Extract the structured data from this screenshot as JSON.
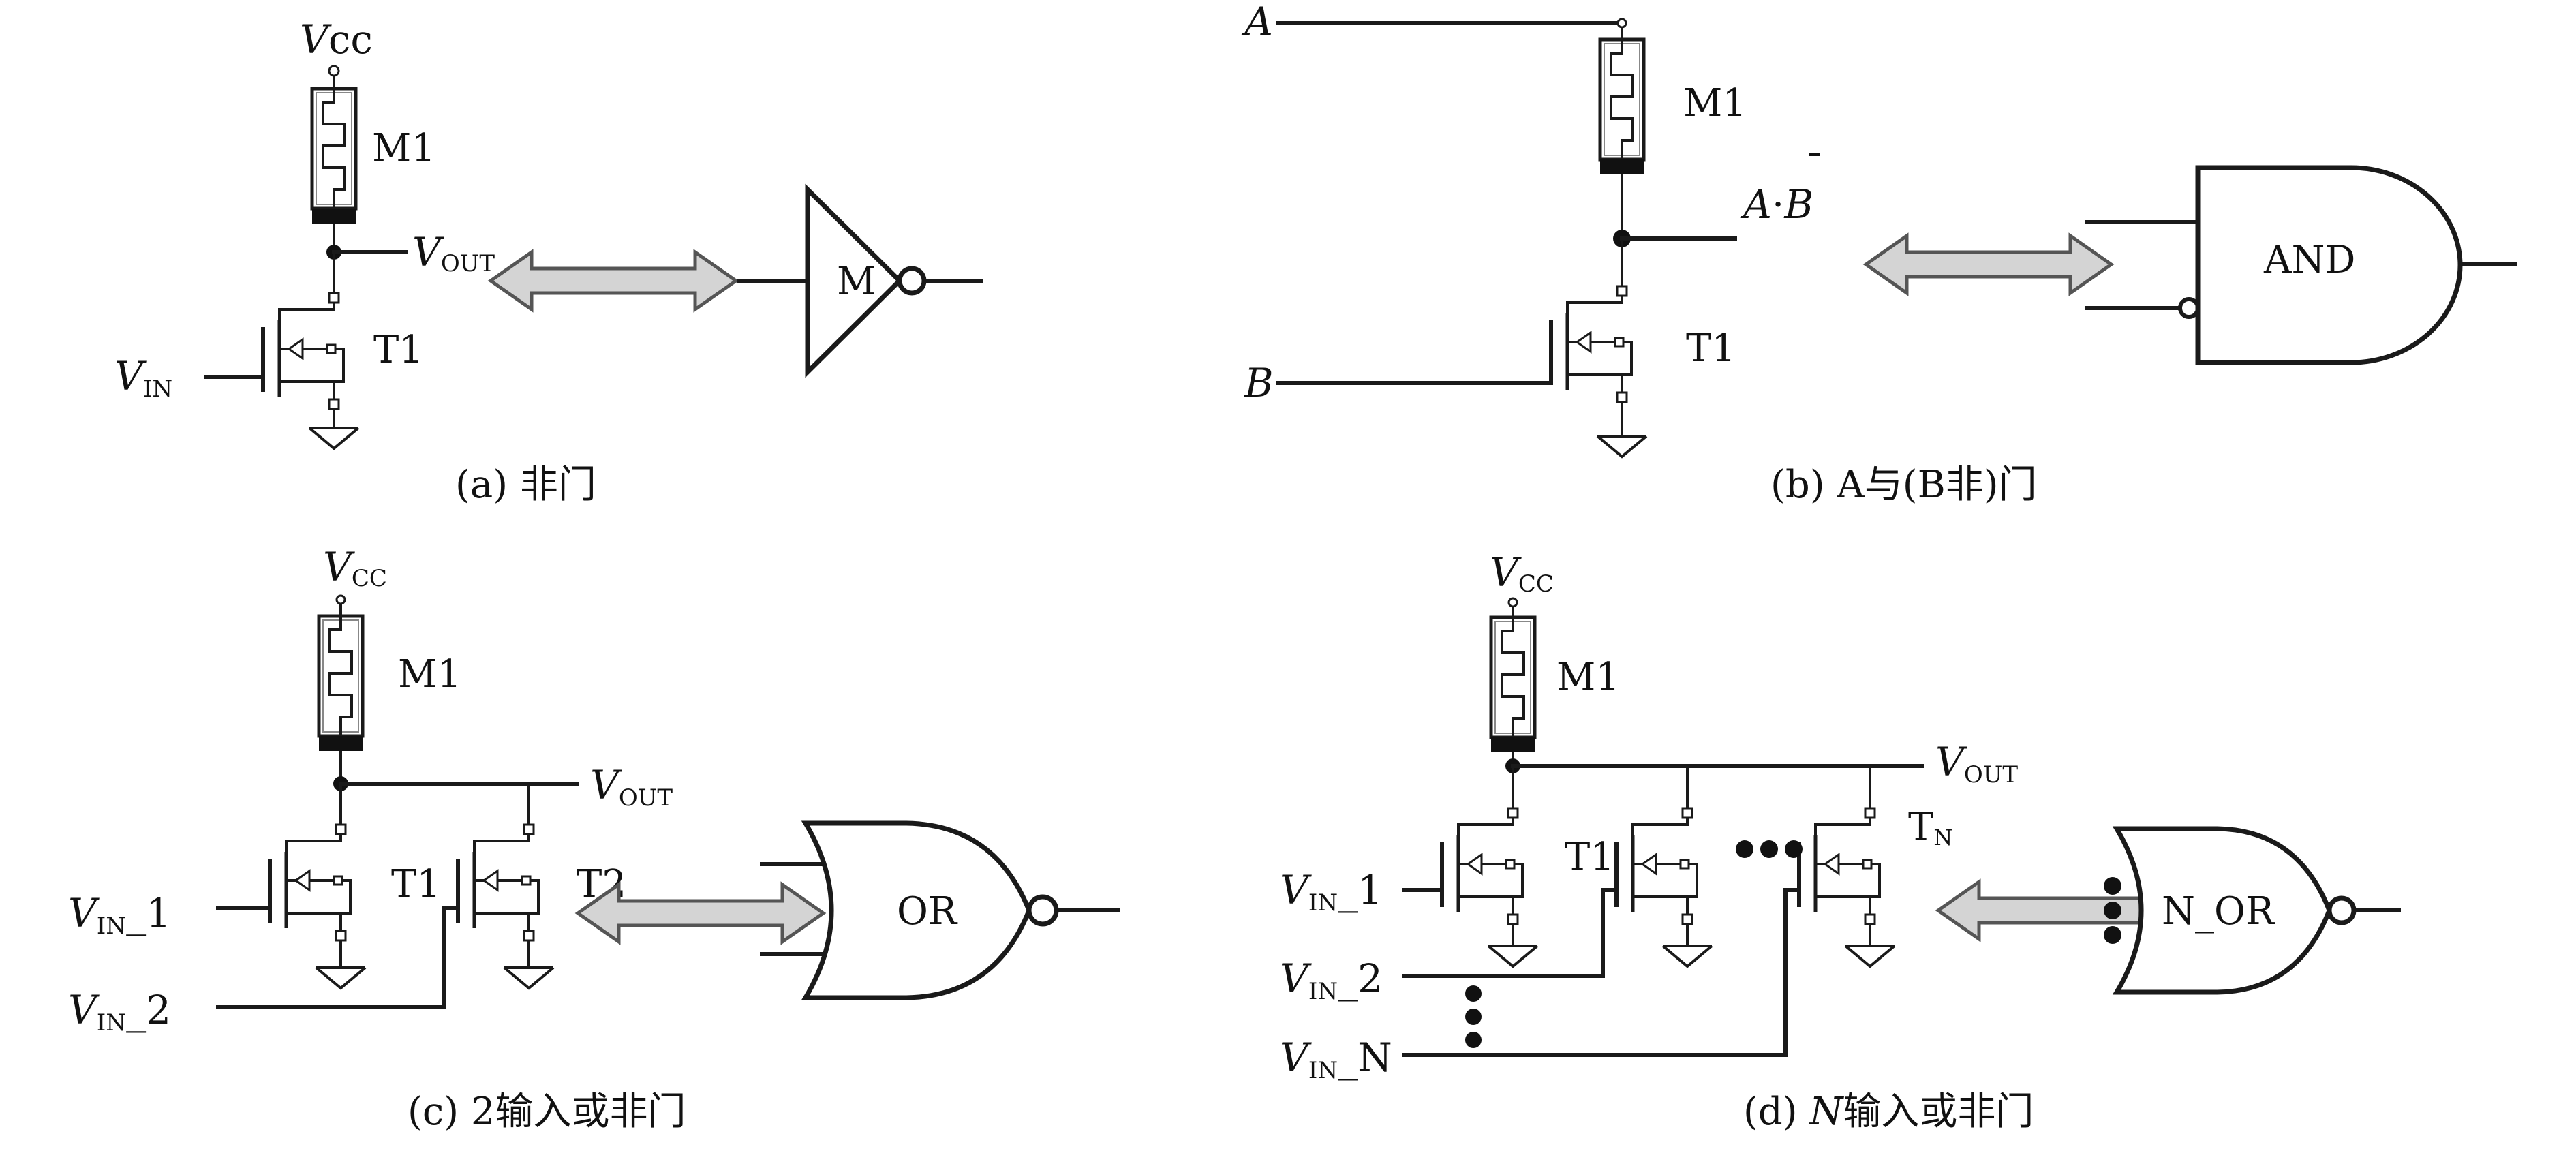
{
  "colors": {
    "line": "#1a1a1a",
    "arrow_fill": "#d4d4d4",
    "arrow_stroke": "#555555",
    "background": "#ffffff"
  },
  "panel_a": {
    "vcc": {
      "main": "V",
      "rest": "cc"
    },
    "memristor": "M1",
    "vout": {
      "main": "V",
      "sub": "OUT"
    },
    "transistor": "T1",
    "vin": {
      "main": "V",
      "sub": "IN"
    },
    "gate_label": "M",
    "caption": "(a) 非门"
  },
  "panel_b": {
    "input_a": "A",
    "memristor": "M1",
    "output": {
      "a": "A",
      "dot": "·",
      "b": "B",
      "bar": "¯"
    },
    "transistor": "T1",
    "input_b": "B",
    "gate_label": "AND",
    "caption": "(b) A与(B非)门"
  },
  "panel_c": {
    "vcc": {
      "main": "V",
      "sub": "CC"
    },
    "memristor": "M1",
    "vout": {
      "main": "V",
      "sub": "OUT"
    },
    "transistor_1": "T1",
    "transistor_2": "T2",
    "vin_1": {
      "main": "V",
      "sub": "IN",
      "rest": "_1"
    },
    "vin_2": {
      "main": "V",
      "sub": "IN",
      "rest": "_2"
    },
    "gate_label": "OR",
    "caption": "(c) 2输入或非门"
  },
  "panel_d": {
    "vcc": {
      "main": "V",
      "sub": "CC"
    },
    "memristor": "M1",
    "vout": {
      "main": "V",
      "sub": "OUT"
    },
    "transistor_1": "T1",
    "transistor_n": {
      "main": "T",
      "sub": "N"
    },
    "vin_1": {
      "main": "V",
      "sub": "IN",
      "rest": "_1"
    },
    "vin_2": {
      "main": "V",
      "sub": "IN",
      "rest": "_2"
    },
    "vin_n": {
      "main": "V",
      "sub": "IN",
      "rest": "_N"
    },
    "gate_label": "N_OR",
    "caption": {
      "pre": "(d) ",
      "n": "N",
      "post": "输入或非门"
    }
  }
}
